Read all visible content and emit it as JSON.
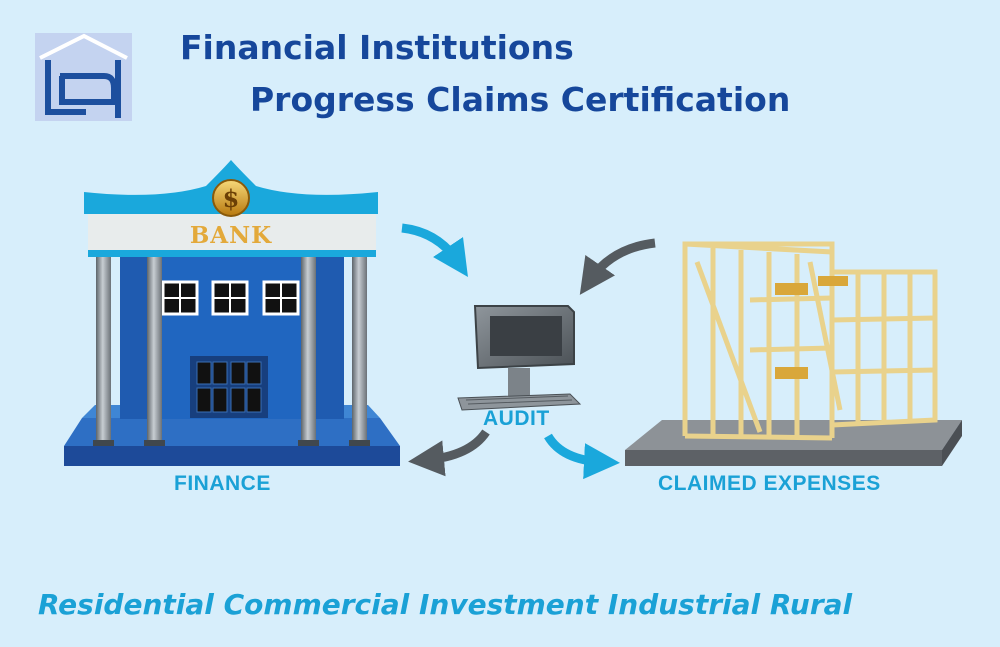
{
  "header": {
    "title_line_1": "Financial Institutions",
    "title_line_2": "Progress Claims Certification",
    "logo_icon": "house-logo-icon"
  },
  "bank": {
    "sign_text": "BANK",
    "coin_symbol": "$",
    "label": "FINANCE"
  },
  "audit": {
    "label": "AUDIT",
    "icon": "computer-icon"
  },
  "construction": {
    "label": "CLAIMED EXPENSES",
    "icon": "timber-frame-icon"
  },
  "footer": {
    "tagline": "Residential Commercial Investment Industrial Rural"
  },
  "colors": {
    "background": "#d7eefb",
    "title": "#16479b",
    "label": "#1aa1d6",
    "arrow_blue": "#1aa8dc",
    "arrow_gray": "#555b60"
  }
}
